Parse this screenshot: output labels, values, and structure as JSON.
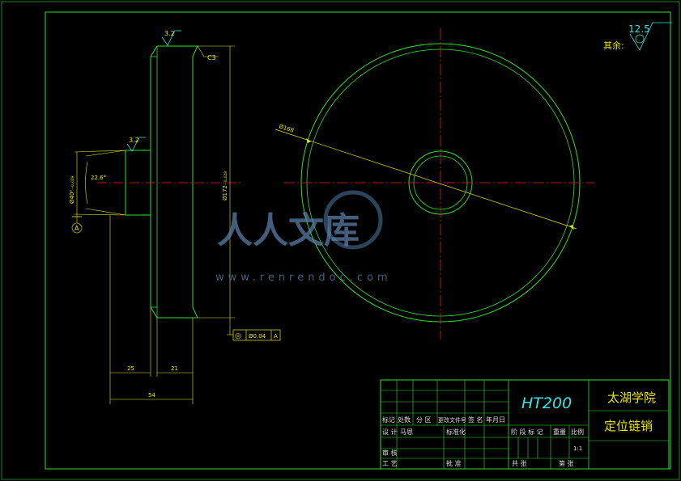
{
  "roughness": {
    "general_value": "12.5",
    "general_label": "其余:",
    "top_face_value": "3.2",
    "hub_face_value": "3.2"
  },
  "dimensions": {
    "chamfer": "C3",
    "hub_diameter": "Ø40⁰₋₀.₀₃₉",
    "taper_angle": "22.6°",
    "outer_diameter": "Ø172₋₀.₀₂₈",
    "pitch_diameter": "Ø168",
    "hub_length": "25",
    "rim_width": "21",
    "overall_length": "54",
    "datum": "A"
  },
  "tolerance_frame": {
    "symbol": "◎",
    "value": "Ø0.04",
    "datum": "A"
  },
  "title_block": {
    "material": "HT200",
    "school": "太湖学院",
    "part_name": "定位链销",
    "row_labels": [
      "标记",
      "处数",
      "分 区",
      "更改文件号",
      "签 名",
      "年月日"
    ],
    "design_label": "设 计",
    "design_value": "马恩",
    "standardize_label": "标准化",
    "stage_labels": [
      "阶 段 标 记",
      "重量",
      "比例"
    ],
    "scale_value": "1:1",
    "review_label": "审 核",
    "process_label": "工 艺",
    "approve_label": "批 准",
    "sheets_total": "共 张",
    "sheet_number": "第 张"
  },
  "watermark": {
    "text": "人人文库",
    "url": "www.renrendoc.com"
  }
}
